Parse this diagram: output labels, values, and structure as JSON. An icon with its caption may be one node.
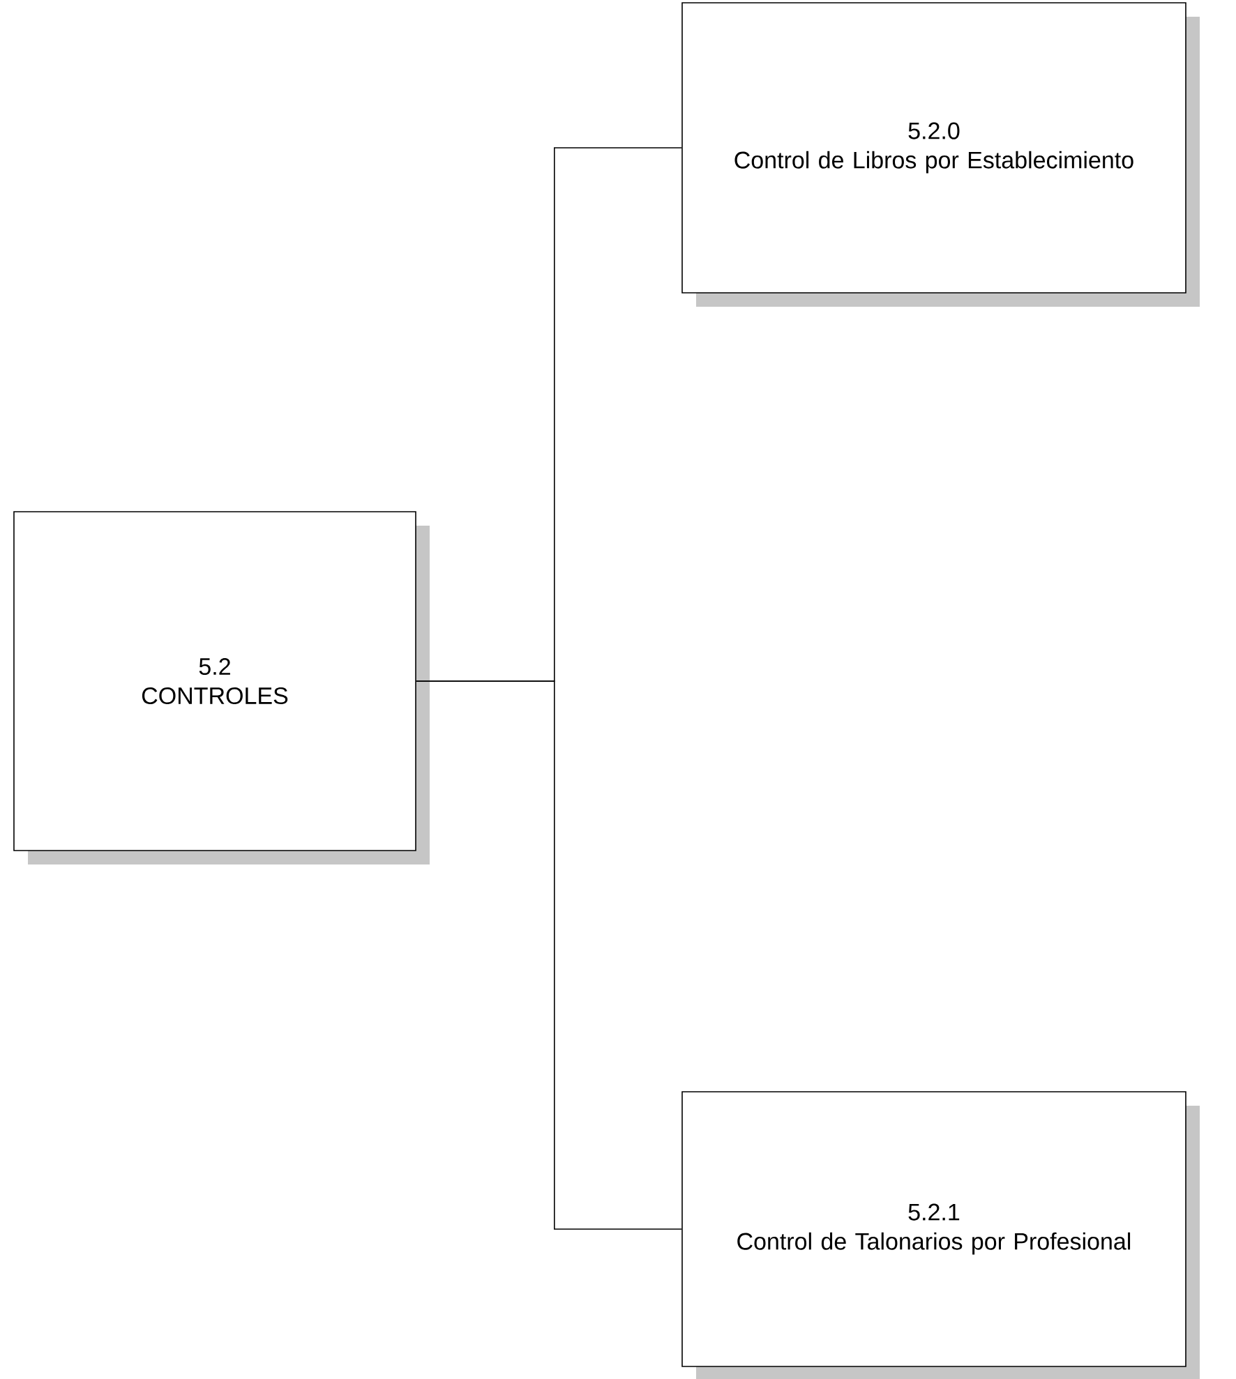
{
  "diagram": {
    "nodes": [
      {
        "text": [
          "5.2",
          "CONTROLES"
        ]
      },
      {
        "text": [
          "5.2.0",
          "Control de Libros por Establecimiento"
        ]
      },
      {
        "text": [
          "5.2.1",
          "Control de Talonarios por Profesional"
        ]
      }
    ],
    "edges": [
      {
        "from": 0,
        "to": 1,
        "arrow": "none"
      },
      {
        "from": 0,
        "to": 2,
        "arrow": "none"
      }
    ]
  }
}
